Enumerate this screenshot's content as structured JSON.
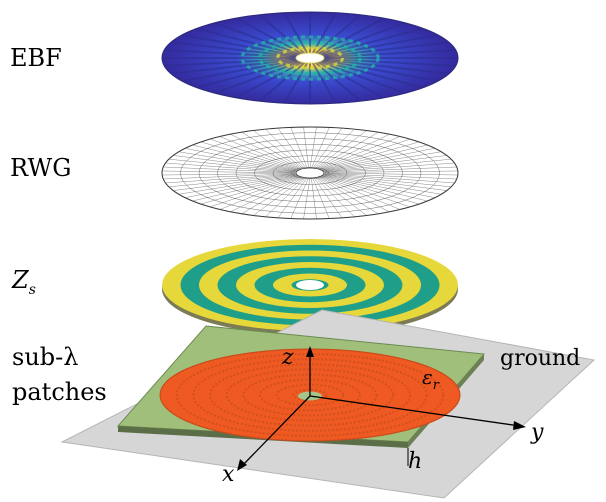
{
  "labels": {
    "ebf": "EBF",
    "rwg": "RWG",
    "zs_main": "Z",
    "zs_sub": "s",
    "sub_lambda": "sub-λ",
    "patches": "patches",
    "ground": "ground",
    "z_axis": "z",
    "y_axis": "y",
    "x_axis": "x",
    "h": "h",
    "eps_main": "ε",
    "eps_sub": "r"
  },
  "colors": {
    "ebf_base": "#3a3fbf",
    "ebf_ring": "#d8dc3a",
    "ebf_accent": "#22b3a8",
    "zs_yellow": "#e6d73a",
    "zs_teal": "#1f9e8a",
    "patch_orange": "#ee5a22",
    "substrate": "#9fbf7a",
    "ground_gray": "#d6d6d6"
  }
}
